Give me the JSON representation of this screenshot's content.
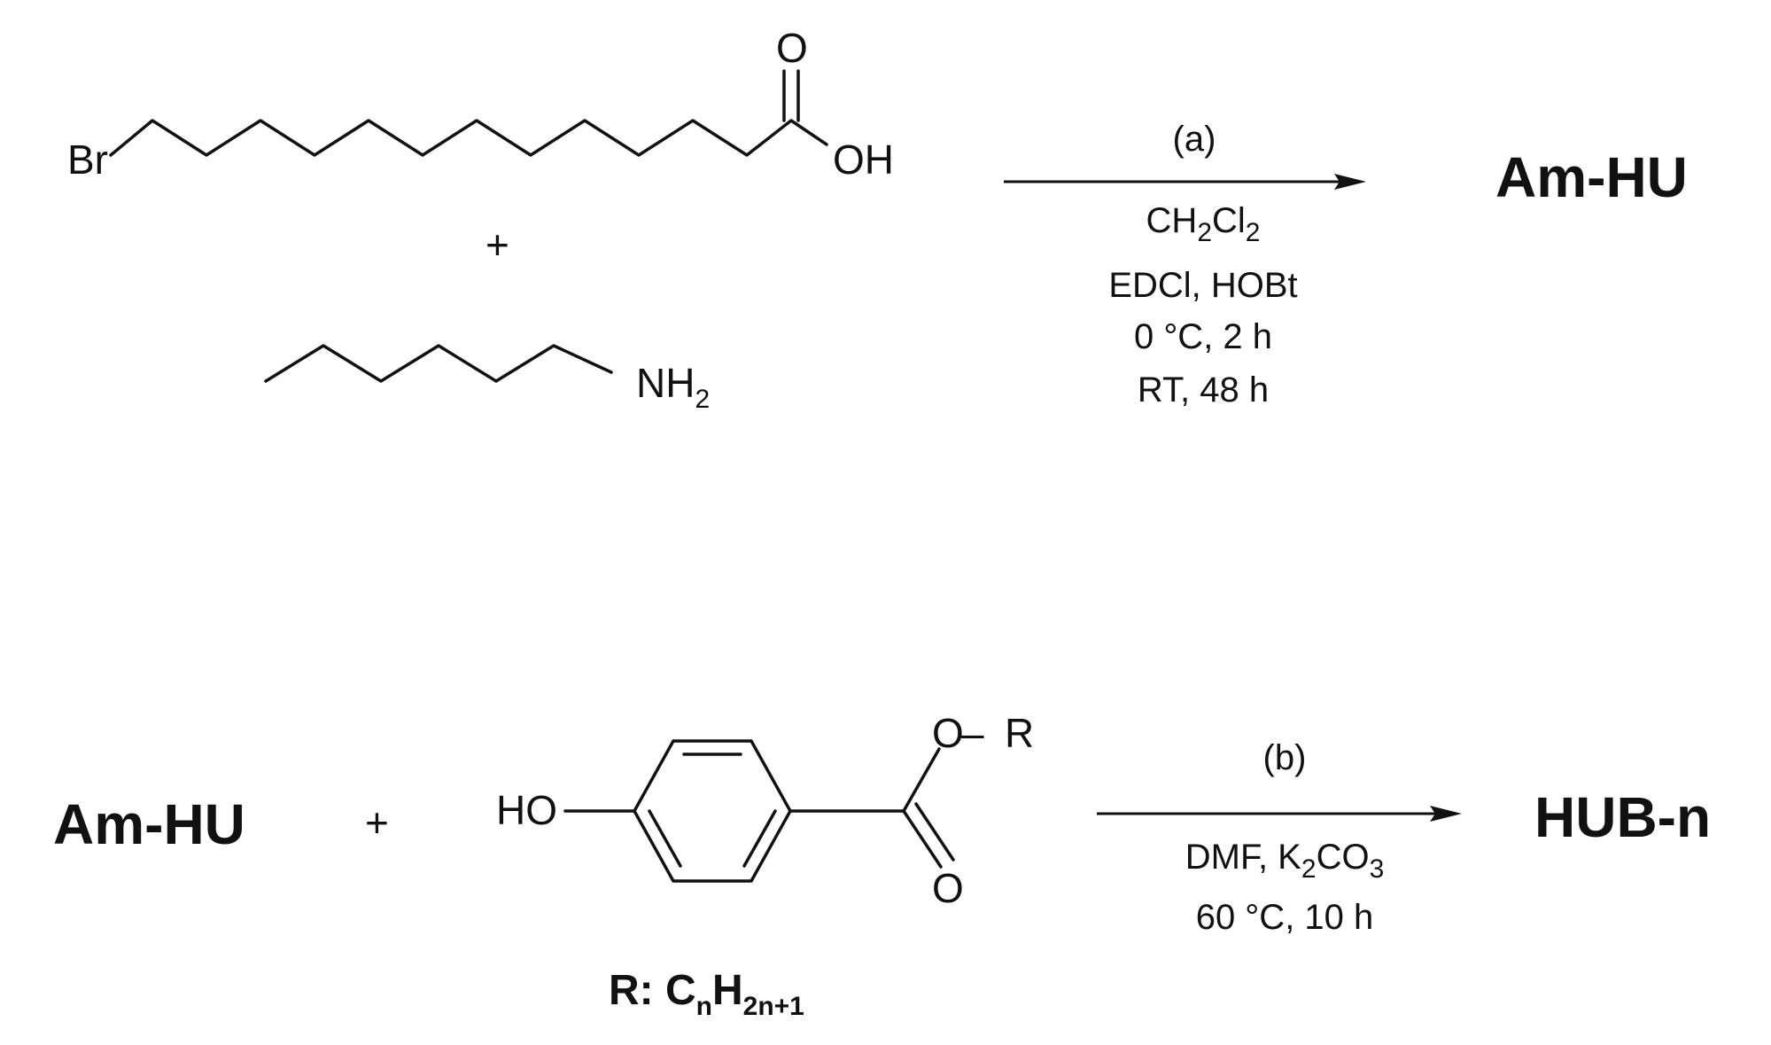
{
  "reaction_a": {
    "reactant_acid": {
      "br_label": "Br",
      "oh_label": "OH",
      "carbonyl_o_label": "O"
    },
    "plus_sign": "+",
    "reactant_amine": {
      "nh_label": "NH",
      "nh_sub": "2"
    },
    "step_label": "(a)",
    "solvent": {
      "c": "CH",
      "s1": "2",
      "cl": "Cl",
      "s2": "2"
    },
    "reagents": "EDCl, HOBt",
    "condition_1": "0 °C, 2 h",
    "condition_2": "RT, 48 h",
    "product": "Am-HU"
  },
  "reaction_b": {
    "reactant_1": "Am-HU",
    "plus_sign": "+",
    "phenol": {
      "ho_label": "HO",
      "ester_o_label": "O",
      "bond_dash": "–",
      "r_label": "R",
      "carbonyl_o_label": "O"
    },
    "r_definition": {
      "prefix": "R: C",
      "n": "n",
      "h": "H",
      "sub": "2n+1"
    },
    "step_label": "(b)",
    "conditions": {
      "part1": "DMF, K",
      "s1": "2",
      "part2": "CO",
      "s2": "3"
    },
    "condition_2": "60 °C, 10 h",
    "product": "HUB-n"
  }
}
